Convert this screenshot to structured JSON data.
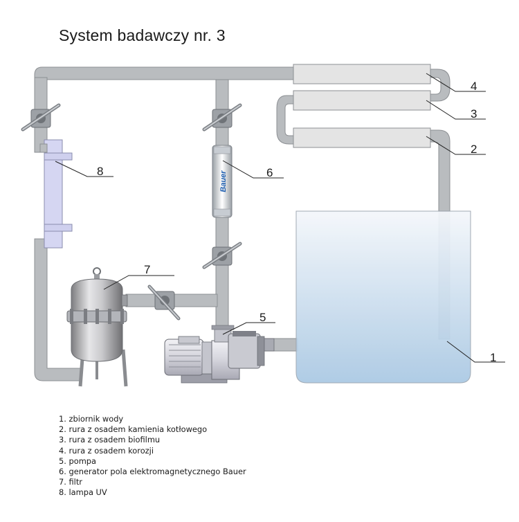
{
  "title": "System badawczy nr. 3",
  "callouts": [
    "1",
    "2",
    "3",
    "4",
    "5",
    "6",
    "7",
    "8"
  ],
  "generator_brand": "Bauer",
  "legend": [
    "1. zbiornik wody",
    "2. rura z osadem kamienia kotłowego",
    "3. rura z osadem biofilmu",
    "4. rura z osadem korozji",
    "5. pompa",
    "6. generator pola elektromagnetycznego Bauer",
    "7. filtr",
    "8. lampa UV"
  ],
  "colors": {
    "pipe": "#b9bcbf",
    "pipe_edge": "#8c8f93",
    "tank_top": "#f4f7fb",
    "tank_bottom": "#a9c8e3",
    "uv_lamp": "#d5d6f2",
    "test_tube": "#e4e4e4"
  }
}
